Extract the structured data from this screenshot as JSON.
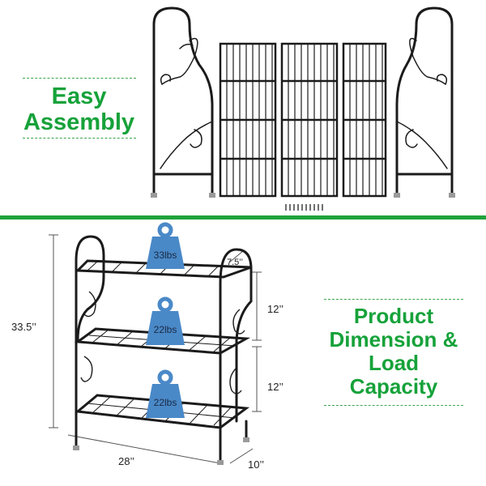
{
  "assembly": {
    "title_line1": "Easy",
    "title_line2": "Assembly"
  },
  "product": {
    "title_line1": "Product",
    "title_line2": "Dimension &",
    "title_line3": "Load",
    "title_line4": "Capacity"
  },
  "dimensions": {
    "height": "33.5’’",
    "shelf_gap_top": "12’’",
    "shelf_gap_bottom": "12’’",
    "width": "28’’",
    "depth": "10’’",
    "top_depth": "7.5’’"
  },
  "loads": {
    "top": "33lbs",
    "middle": "22lbs",
    "bottom": "22lbs"
  },
  "colors": {
    "green": "#16a23a",
    "weight_blue": "#4a89c8",
    "frame": "#1b1b1b"
  }
}
